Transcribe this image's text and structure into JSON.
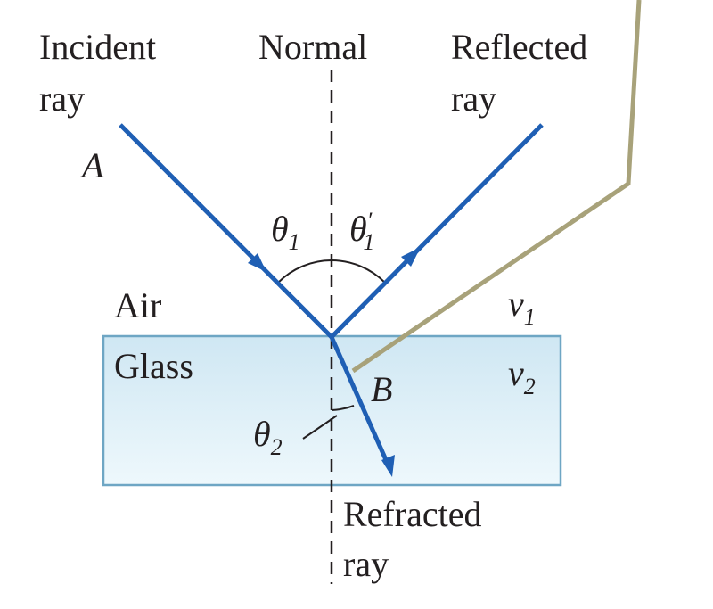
{
  "labels": {
    "incident_line1": "Incident",
    "incident_line2": "ray",
    "normal": "Normal",
    "reflected_line1": "Reflected",
    "reflected_line2": "ray",
    "point_a": "A",
    "point_b": "B",
    "theta": "θ",
    "theta1_sub": "1",
    "theta1p_sub": "1",
    "theta1p_prime": "′",
    "theta2_sub": "2",
    "air": "Air",
    "glass": "Glass",
    "v": "v",
    "v1_sub": "1",
    "v2_sub": "2",
    "refracted_line1": "Refracted",
    "refracted_line2": "ray"
  },
  "colors": {
    "ray": "#1f5fb4",
    "glass_top": "#cfe7f3",
    "glass_bottom": "#edf7fc",
    "glass_border": "#6ea6c4",
    "pointer": "#a8a27a",
    "text": "#231f20"
  }
}
